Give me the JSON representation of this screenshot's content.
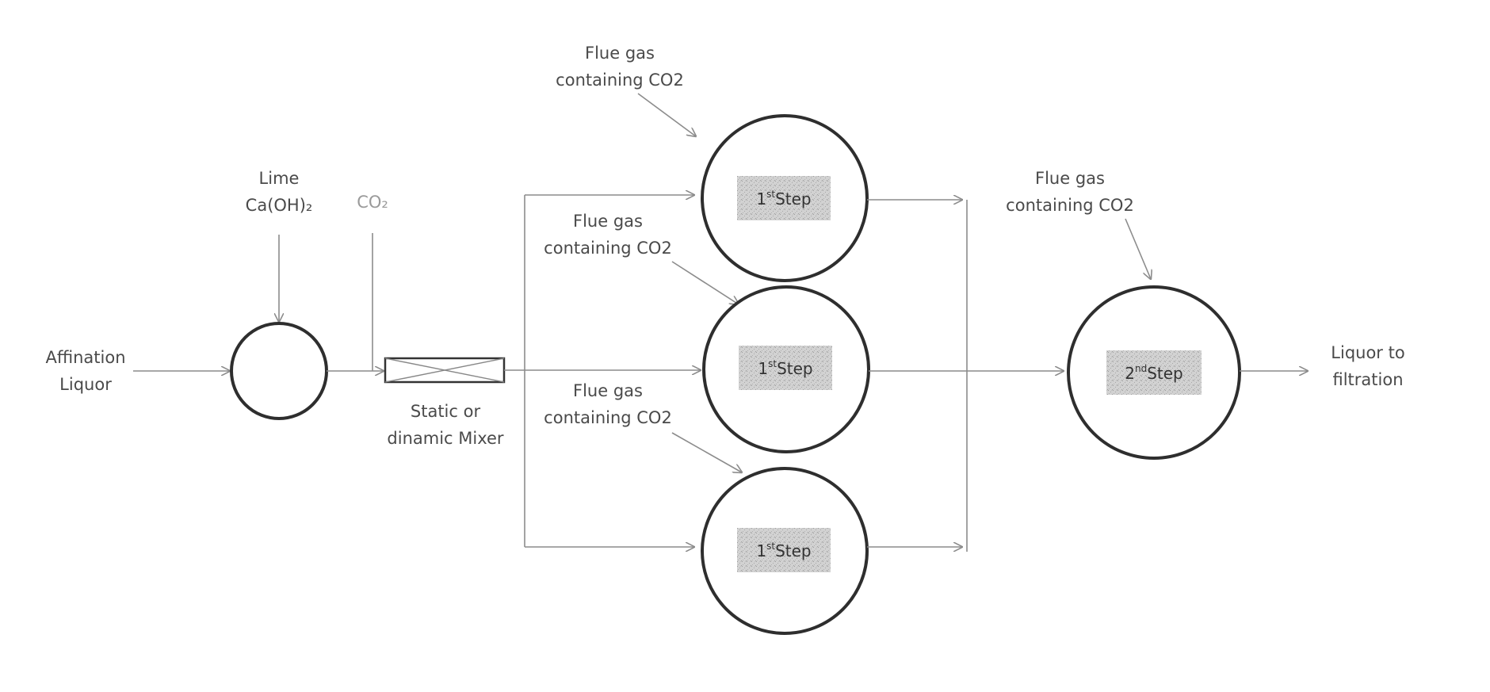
{
  "inputs": {
    "affination_line1": "Affination",
    "affination_line2": "Liquor",
    "lime_line1": "Lime",
    "lime_line2": "Ca(OH)₂",
    "co2": "CO₂"
  },
  "mixer": {
    "line1": "Static or",
    "line2": "dinamic Mixer"
  },
  "flue_gas": {
    "line1": "Flue gas",
    "line2": "containing CO2"
  },
  "steps": {
    "first_num": "1",
    "first_sup": "st",
    "first_word": "Step",
    "second_num": "2",
    "second_sup": "nd",
    "second_word": "Step"
  },
  "output": {
    "line1": "Liquor to",
    "line2": "filtration"
  }
}
